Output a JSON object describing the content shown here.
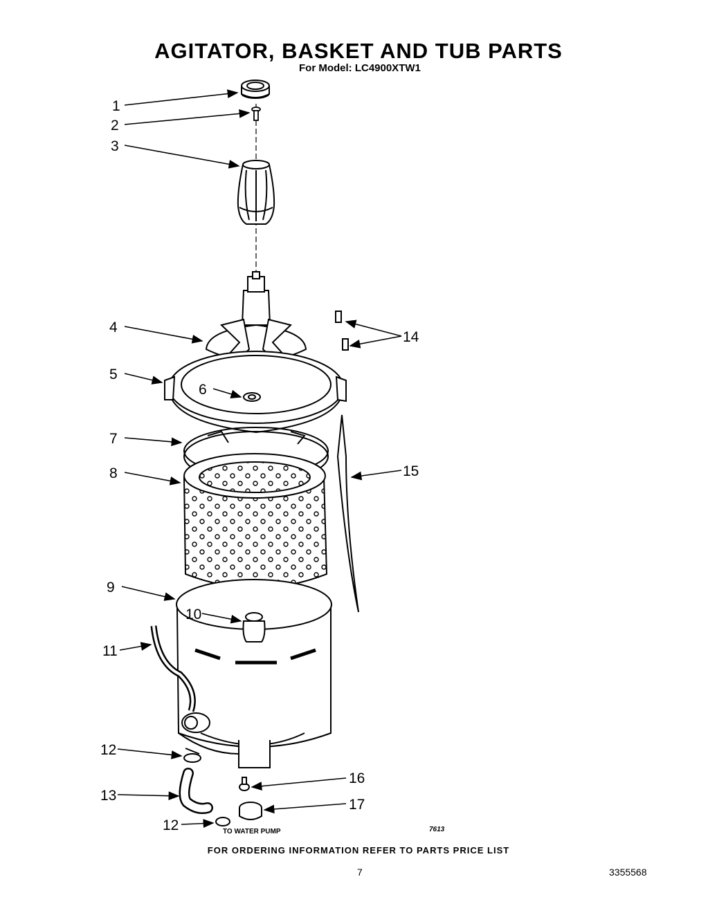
{
  "title": "AGITATOR, BASKET AND TUB PARTS",
  "subtitle": "For Model: LC4900XTW1",
  "callouts": [
    "1",
    "2",
    "3",
    "4",
    "5",
    "6",
    "7",
    "8",
    "9",
    "10",
    "11",
    "12",
    "13",
    "12",
    "14",
    "15",
    "16",
    "17"
  ],
  "annotations": {
    "to_water_pump": "TO WATER PUMP",
    "drawing_code": "7613"
  },
  "footer": "FOR ORDERING INFORMATION REFER TO PARTS PRICE LIST",
  "page_number": "7",
  "document_number": "3355568"
}
